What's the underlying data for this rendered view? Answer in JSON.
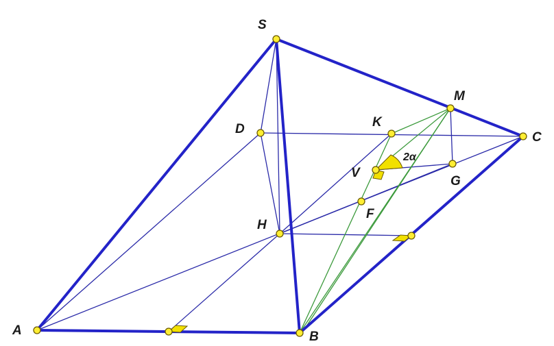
{
  "points": {
    "S": {
      "label": "S"
    },
    "A": {
      "label": "A"
    },
    "B": {
      "label": "B"
    },
    "C": {
      "label": "C"
    },
    "D": {
      "label": "D"
    },
    "M": {
      "label": "M"
    },
    "K": {
      "label": "K"
    },
    "V": {
      "label": "V"
    },
    "G": {
      "label": "G"
    },
    "F": {
      "label": "F"
    },
    "H": {
      "label": "H"
    }
  },
  "angle_label": "2α",
  "colors": {
    "edge": "#2323c8",
    "line": "#2a2aa8",
    "green": "#3c9a3c",
    "point_fill": "#ffee33"
  }
}
